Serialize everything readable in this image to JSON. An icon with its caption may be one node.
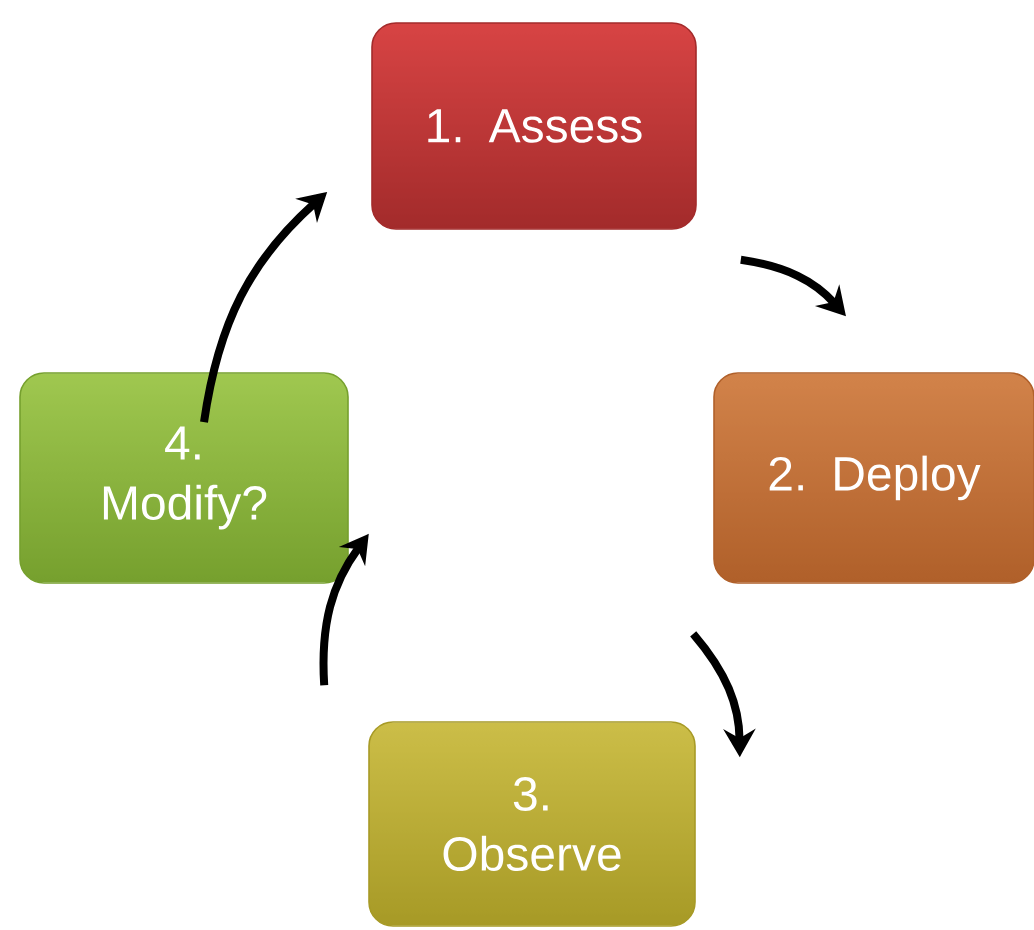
{
  "diagram": {
    "nodes": [
      {
        "text": [
          "1. Assess"
        ]
      },
      {
        "text": [
          "2. Deploy"
        ]
      },
      {
        "text": [
          "3. Observe"
        ]
      },
      {
        "text": [
          "4. Modify?"
        ]
      }
    ],
    "edges": [
      {
        "from": 0,
        "to": 1,
        "arrow": "to"
      },
      {
        "from": 1,
        "to": 2,
        "arrow": "to"
      },
      {
        "from": 2,
        "to": 3,
        "arrow": "to"
      },
      {
        "from": 3,
        "to": 0,
        "arrow": "to"
      }
    ]
  }
}
